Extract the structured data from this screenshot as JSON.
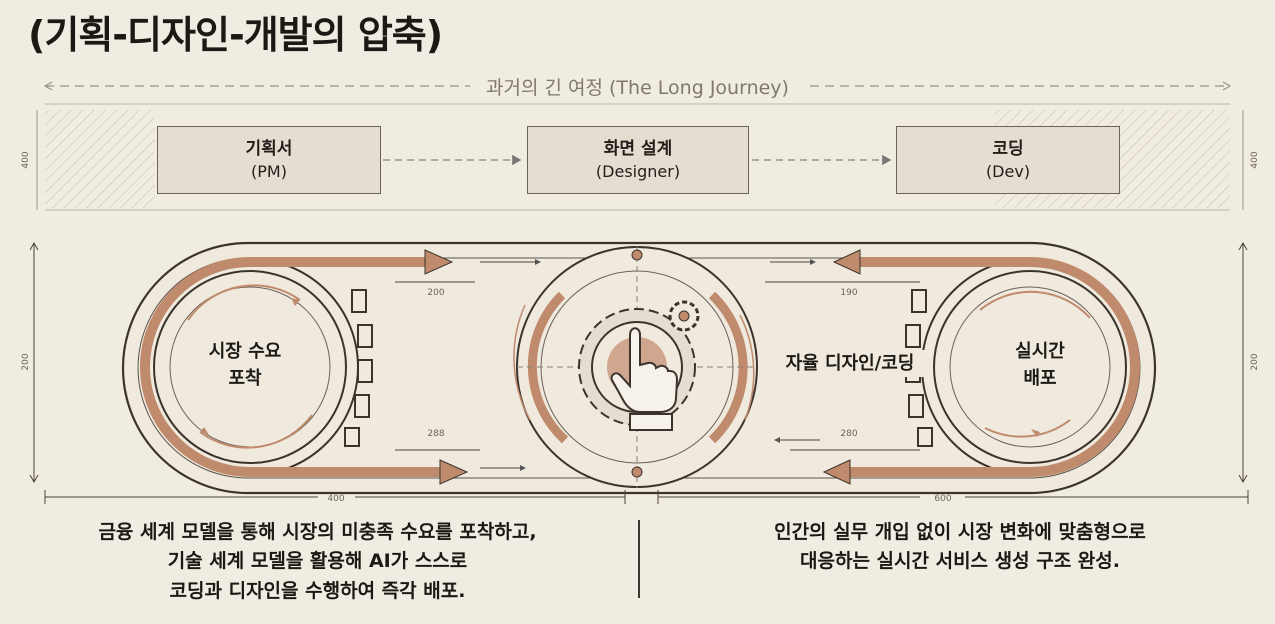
{
  "title": "(기획-디자인-개발의 압축)",
  "journey_label": "과거의 긴 여정 (The Long Journey)",
  "boxes": [
    {
      "name": "기획서",
      "role": "(PM)"
    },
    {
      "name": "화면 설계",
      "role": "(Designer)"
    },
    {
      "name": "코딩",
      "role": "(Dev)"
    }
  ],
  "left_loop_label": [
    "시장 수요",
    "포착"
  ],
  "center_label": "자율 디자인/코딩",
  "right_loop_label": [
    "실시간",
    "배포"
  ],
  "dimensions": {
    "left_side_top": "400",
    "right_side_top": "400",
    "left_side": "200",
    "right_side": "200",
    "top_left": "200",
    "top_right": "190",
    "bottom_left": "288",
    "bottom_right": "280",
    "bottom_span_left": "400",
    "bottom_span_right": "600"
  },
  "bottom_left_text": [
    "금융 세계 모델을 통해 시장의 미충족 수요를 포착하고,",
    "기술 세계 모델을 활용해 AI가 스스로",
    "코딩과 디자인을 수행하여 즉각 배포."
  ],
  "bottom_right_text": [
    "인간의 실무 개입 없이 시장 변화에 맞춤형으로",
    "대응하는 실시간 서비스 생성 구조 완성."
  ],
  "colors": {
    "accent": "#c08a6c",
    "line": "#3b342d",
    "box_fill": "#e6ddd2",
    "background": "#f1ece2"
  }
}
